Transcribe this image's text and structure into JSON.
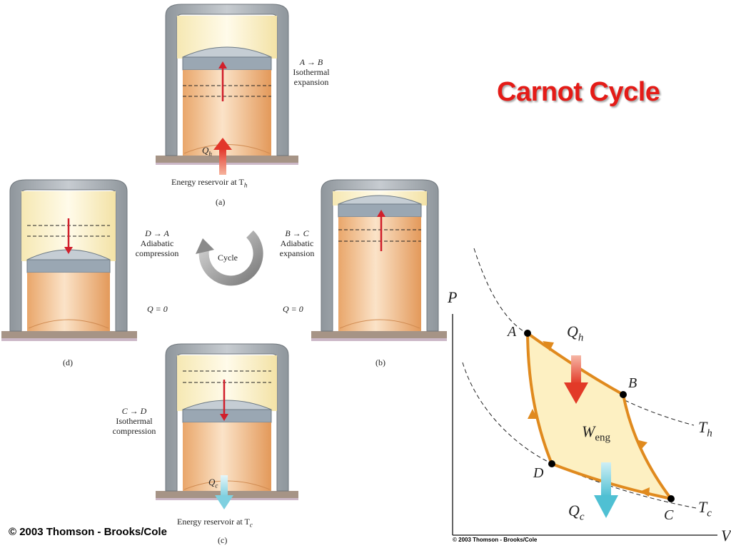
{
  "title": "Carnot Cycle",
  "copyright_main": "© 2003 Thomson - Brooks/Cole",
  "copyright_small": "© 2003 Thomson - Brooks/Cole",
  "cylinders": {
    "a": {
      "caption": "(a)",
      "process_line1": "A → B",
      "process_line2": "Isothermal",
      "process_line3": "expansion",
      "heat_label": "Q",
      "heat_sub": "h",
      "reservoir_text": "Energy reservoir at T",
      "reservoir_sub": "h"
    },
    "b": {
      "caption": "(b)",
      "process_line1": "B → C",
      "process_line2": "Adiabatic",
      "process_line3": "expansion",
      "q_text": "Q = 0"
    },
    "c": {
      "caption": "(c)",
      "process_line1": "C → D",
      "process_line2": "Isothermal",
      "process_line3": "compression",
      "heat_label": "Q",
      "heat_sub": "c",
      "reservoir_text": "Energy reservoir at T",
      "reservoir_sub": "c"
    },
    "d": {
      "caption": "(d)",
      "process_line1": "D → A",
      "process_line2": "Adiabatic",
      "process_line3": "compression",
      "q_text": "Q = 0"
    }
  },
  "cycle_label": "Cycle",
  "pv_diagram": {
    "p_axis": "P",
    "v_axis": "V",
    "points": [
      "A",
      "B",
      "C",
      "D"
    ],
    "qh": "Q",
    "qh_sub": "h",
    "qc": "Q",
    "qc_sub": "c",
    "work": "W",
    "work_sub": "eng",
    "th": "T",
    "th_sub": "h",
    "tc": "T",
    "tc_sub": "c"
  },
  "colors": {
    "title": "#e41b17",
    "cycle_path": "#e08a1e",
    "cycle_fill": "#fdf0c2",
    "hot_arrow": "#e8503a",
    "cold_arrow": "#5cc4d6",
    "piston": "#9aa7b3",
    "gas": "#f3c08f"
  }
}
